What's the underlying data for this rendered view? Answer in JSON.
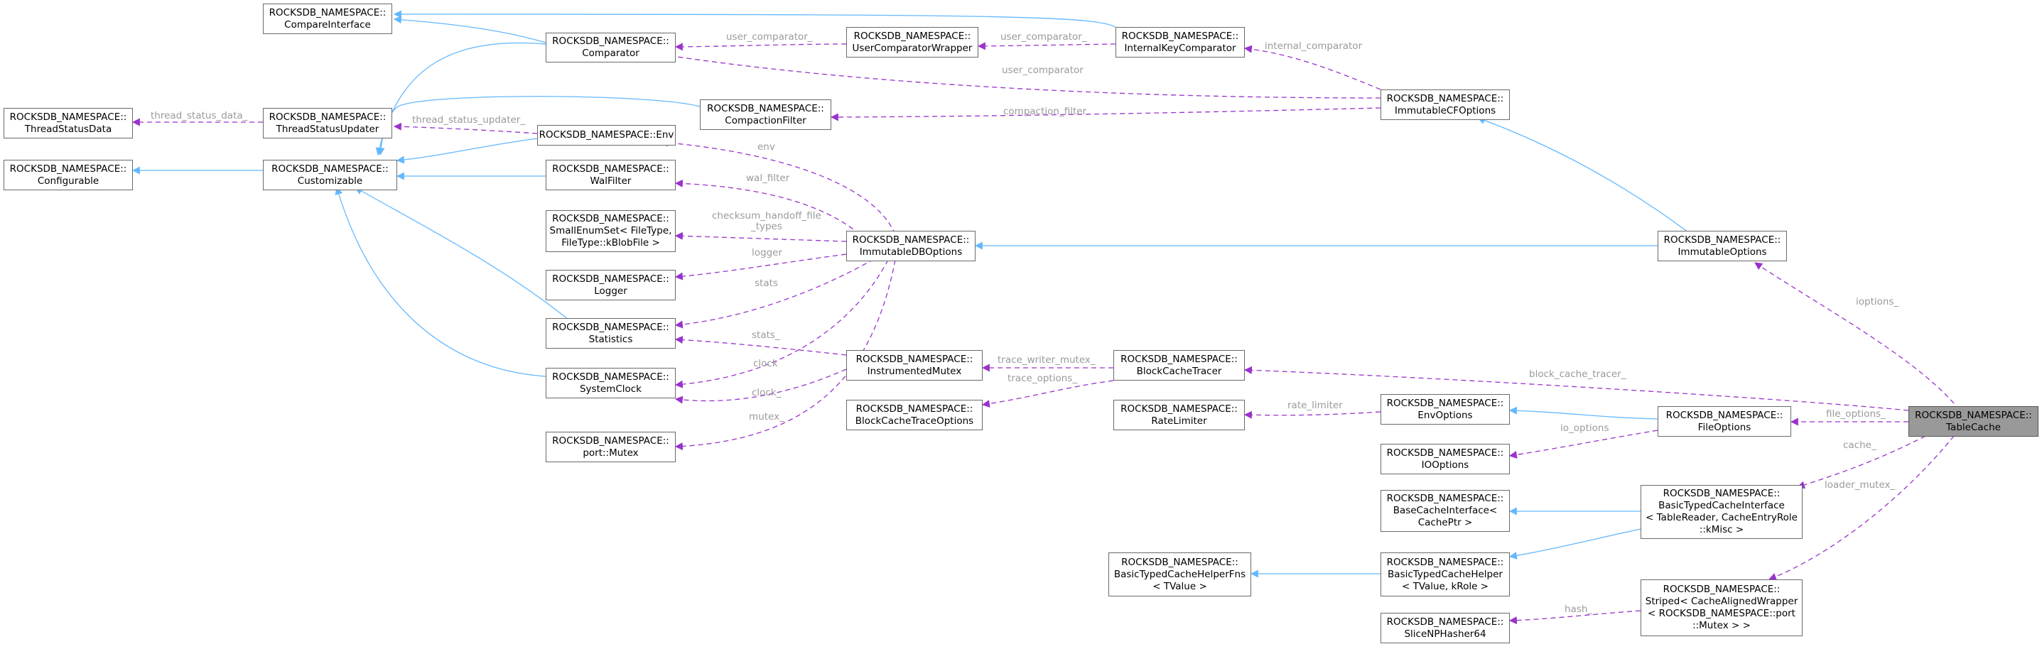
{
  "colors": {
    "inherit": "#63b8ff",
    "member": "#9a32cd",
    "node_border": "#6a6a6a",
    "highlight_fill": "#999999",
    "label": "#9a9a9a"
  },
  "nodes": {
    "compare_interface": [
      "ROCKSDB_NAMESPACE::",
      "CompareInterface"
    ],
    "comparator": [
      "ROCKSDB_NAMESPACE::",
      "Comparator"
    ],
    "user_comparator_wrapper": [
      "ROCKSDB_NAMESPACE::",
      "UserComparatorWrapper"
    ],
    "internal_key_comparator": [
      "ROCKSDB_NAMESPACE::",
      "InternalKeyComparator"
    ],
    "thread_status_data": [
      "ROCKSDB_NAMESPACE::",
      "ThreadStatusData"
    ],
    "thread_status_updater": [
      "ROCKSDB_NAMESPACE::",
      "ThreadStatusUpdater"
    ],
    "compaction_filter": [
      "ROCKSDB_NAMESPACE::",
      "CompactionFilter"
    ],
    "immutable_cf_options": [
      "ROCKSDB_NAMESPACE::",
      "ImmutableCFOptions"
    ],
    "env": [
      "ROCKSDB_NAMESPACE::Env"
    ],
    "configurable": [
      "ROCKSDB_NAMESPACE::",
      "Configurable"
    ],
    "customizable": [
      "ROCKSDB_NAMESPACE::",
      "Customizable"
    ],
    "wal_filter": [
      "ROCKSDB_NAMESPACE::",
      "WalFilter"
    ],
    "small_enum_set": [
      "ROCKSDB_NAMESPACE::",
      "SmallEnumSet< FileType,",
      "FileType::kBlobFile >"
    ],
    "immutable_db_options": [
      "ROCKSDB_NAMESPACE::",
      "ImmutableDBOptions"
    ],
    "immutable_options": [
      "ROCKSDB_NAMESPACE::",
      "ImmutableOptions"
    ],
    "logger": [
      "ROCKSDB_NAMESPACE::",
      "Logger"
    ],
    "statistics": [
      "ROCKSDB_NAMESPACE::",
      "Statistics"
    ],
    "instrumented_mutex": [
      "ROCKSDB_NAMESPACE::",
      "InstrumentedMutex"
    ],
    "block_cache_tracer": [
      "ROCKSDB_NAMESPACE::",
      "BlockCacheTracer"
    ],
    "system_clock": [
      "ROCKSDB_NAMESPACE::",
      "SystemClock"
    ],
    "block_cache_trace_options": [
      "ROCKSDB_NAMESPACE::",
      "BlockCacheTraceOptions"
    ],
    "rate_limiter": [
      "ROCKSDB_NAMESPACE::",
      "RateLimiter"
    ],
    "env_options": [
      "ROCKSDB_NAMESPACE::",
      "EnvOptions"
    ],
    "file_options": [
      "ROCKSDB_NAMESPACE::",
      "FileOptions"
    ],
    "table_cache": [
      "ROCKSDB_NAMESPACE::",
      "TableCache"
    ],
    "port_mutex": [
      "ROCKSDB_NAMESPACE::",
      "port::Mutex"
    ],
    "io_options": [
      "ROCKSDB_NAMESPACE::",
      "IOOptions"
    ],
    "base_cache_interface": [
      "ROCKSDB_NAMESPACE::",
      "BaseCacheInterface<",
      "CachePtr >"
    ],
    "basic_typed_cache_interface": [
      "ROCKSDB_NAMESPACE::",
      "BasicTypedCacheInterface",
      "< TableReader, CacheEntryRole",
      "::kMisc >"
    ],
    "basic_typed_cache_helper_fns": [
      "ROCKSDB_NAMESPACE::",
      "BasicTypedCacheHelperFns",
      "< TValue >"
    ],
    "basic_typed_cache_helper": [
      "ROCKSDB_NAMESPACE::",
      "BasicTypedCacheHelper",
      "< TValue, kRole >"
    ],
    "slice_np_hasher64": [
      "ROCKSDB_NAMESPACE::",
      "SliceNPHasher64"
    ],
    "striped": [
      "ROCKSDB_NAMESPACE::",
      "Striped< CacheAlignedWrapper",
      "< ROCKSDB_NAMESPACE::port",
      "::Mutex > >"
    ]
  },
  "edge_labels": {
    "user_comparator_1": "user_comparator_",
    "user_comparator_2": "user_comparator_",
    "user_comparator_3": "user_comparator",
    "internal_comparator": "internal_comparator",
    "thread_status_data": "thread_status_data_",
    "thread_status_updater": "thread_status_updater_",
    "compaction_filter": "compaction_filter",
    "env": "env",
    "wal_filter": "wal_filter",
    "checksum_handoff": [
      "checksum_handoff_file",
      "_types"
    ],
    "logger": "logger",
    "stats_1": "stats",
    "stats_2": "stats_",
    "clock_1": "clock",
    "clock_2": "clock_",
    "mutex": "mutex_",
    "trace_writer_mutex": "trace_writer_mutex_",
    "trace_options": "trace_options_",
    "rate_limiter": "rate_limiter",
    "io_options": "io_options",
    "block_cache_tracer": "block_cache_tracer_",
    "file_options": "file_options_",
    "ioptions": "ioptions_",
    "cache": "cache_",
    "loader_mutex": "loader_mutex_",
    "hash": "hash_"
  }
}
